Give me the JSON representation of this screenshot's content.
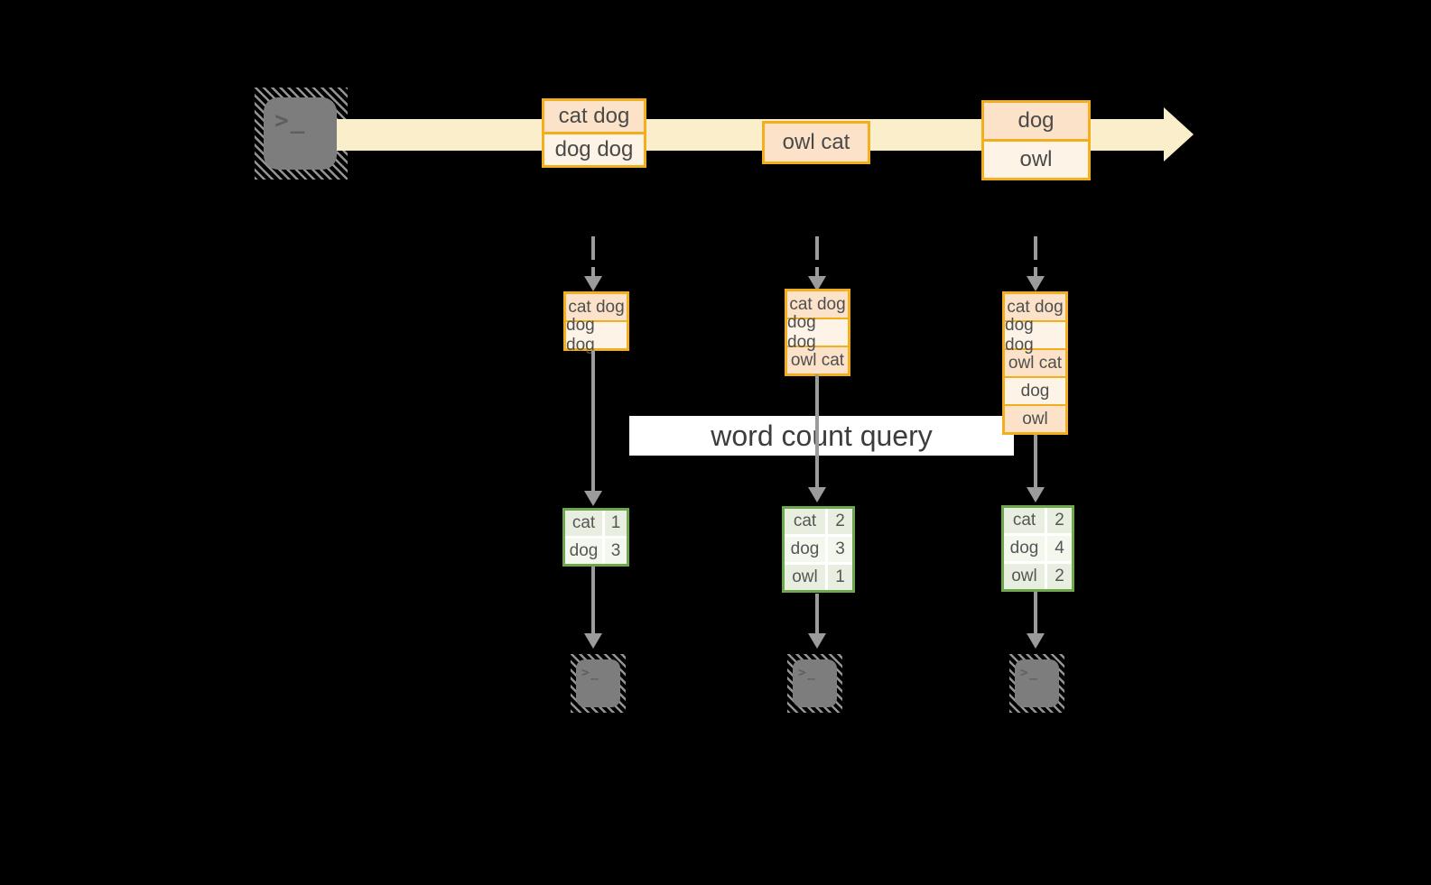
{
  "query_band": {
    "label": "word count query"
  },
  "icons": {
    "terminal_glyph": ">_"
  },
  "stream": {
    "batches": [
      {
        "lines": [
          "cat dog",
          "dog dog"
        ]
      },
      {
        "lines": [
          "owl cat"
        ]
      },
      {
        "lines": [
          "dog",
          "owl"
        ]
      }
    ]
  },
  "columns": [
    {
      "input_rows": [
        "cat dog",
        "dog dog"
      ],
      "result_rows": [
        [
          "cat",
          "1"
        ],
        [
          "dog",
          "3"
        ]
      ]
    },
    {
      "input_rows": [
        "cat dog",
        "dog dog",
        "owl cat"
      ],
      "result_rows": [
        [
          "cat",
          "2"
        ],
        [
          "dog",
          "3"
        ],
        [
          "owl",
          "1"
        ]
      ]
    },
    {
      "input_rows": [
        "cat dog",
        "dog dog",
        "owl cat",
        "dog",
        "owl"
      ],
      "result_rows": [
        [
          "cat",
          "2"
        ],
        [
          "dog",
          "4"
        ],
        [
          "owl",
          "2"
        ]
      ]
    }
  ],
  "colors": {
    "stream_band": "#fbefcb",
    "record_border": "#f2ae1c",
    "record_fill_dark": "#fbe2c8",
    "record_fill_light": "#fdf3e6",
    "result_border": "#6fa84c",
    "result_fill_dark": "#e9efe0",
    "result_fill_light": "#f3f7ed",
    "arrow_gray": "#9b9b9b",
    "query_band_bg": "#ffffff",
    "text": "#4a4a4a"
  }
}
